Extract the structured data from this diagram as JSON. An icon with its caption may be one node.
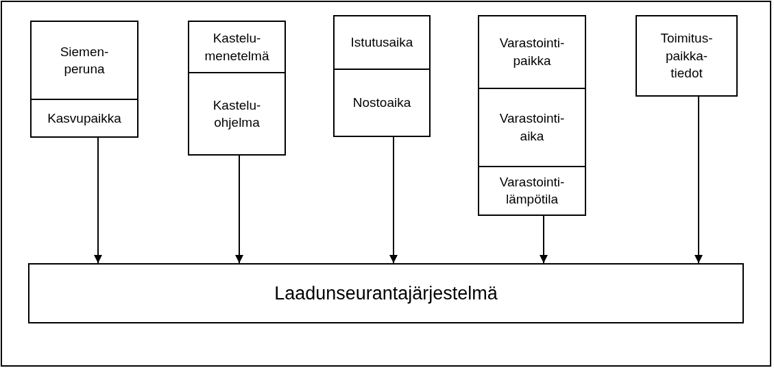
{
  "diagram": {
    "nodes": [
      {
        "text": [
          "Siemen- peruna",
          "Kasvupaikka"
        ]
      },
      {
        "text": [
          "Kastelu- menetelmä",
          "Kastelu- ohjelma"
        ]
      },
      {
        "text": [
          "Istutusaika",
          "Nostoaika"
        ]
      },
      {
        "text": [
          "Varastointi- paikka",
          "Varastointi- aika",
          "Varastointi- lämpötila"
        ]
      },
      {
        "text": [
          "Toimitus- paikka- tiedot"
        ]
      },
      {
        "text": [
          "Laadunseurantajärjestelmä"
        ]
      }
    ],
    "edges": [
      {
        "from": 0,
        "to": 5,
        "arrow": "to"
      },
      {
        "from": 1,
        "to": 5,
        "arrow": "to"
      },
      {
        "from": 2,
        "to": 5,
        "arrow": "to"
      },
      {
        "from": 3,
        "to": 5,
        "arrow": "to"
      },
      {
        "from": 4,
        "to": 5,
        "arrow": "to"
      }
    ]
  }
}
